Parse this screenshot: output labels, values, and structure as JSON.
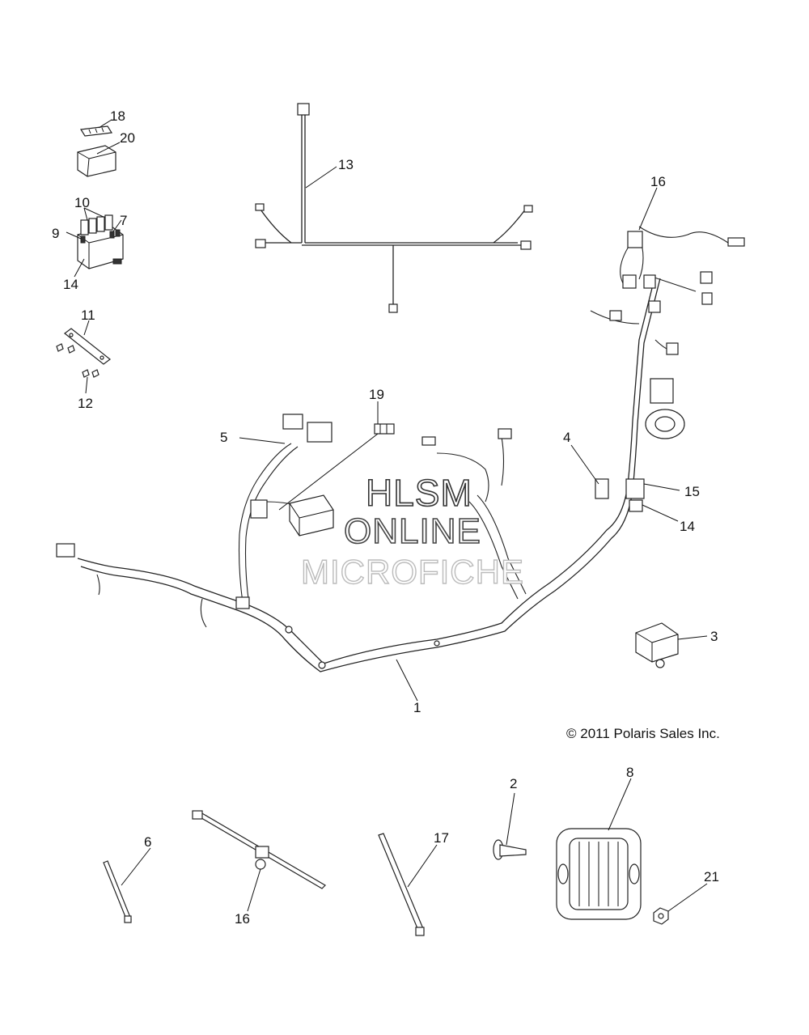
{
  "watermark": {
    "line1": "HLSM",
    "line2": "ONLINE",
    "line3": "MICROFICHE"
  },
  "copyright": "© 2011 Polaris Sales Inc.",
  "callouts": [
    {
      "id": "c18",
      "label": "18"
    },
    {
      "id": "c20",
      "label": "20"
    },
    {
      "id": "c10",
      "label": "10"
    },
    {
      "id": "c7",
      "label": "7"
    },
    {
      "id": "c9",
      "label": "9"
    },
    {
      "id": "c14a",
      "label": "14"
    },
    {
      "id": "c11",
      "label": "11"
    },
    {
      "id": "c12",
      "label": "12"
    },
    {
      "id": "c13",
      "label": "13"
    },
    {
      "id": "c16a",
      "label": "16"
    },
    {
      "id": "c19",
      "label": "19"
    },
    {
      "id": "c5",
      "label": "5"
    },
    {
      "id": "c4",
      "label": "4"
    },
    {
      "id": "c15",
      "label": "15"
    },
    {
      "id": "c14b",
      "label": "14"
    },
    {
      "id": "c3",
      "label": "3"
    },
    {
      "id": "c1",
      "label": "1"
    },
    {
      "id": "c2",
      "label": "2"
    },
    {
      "id": "c8",
      "label": "8"
    },
    {
      "id": "c6",
      "label": "6"
    },
    {
      "id": "c17",
      "label": "17"
    },
    {
      "id": "c16b",
      "label": "16"
    },
    {
      "id": "c21",
      "label": "21"
    }
  ]
}
